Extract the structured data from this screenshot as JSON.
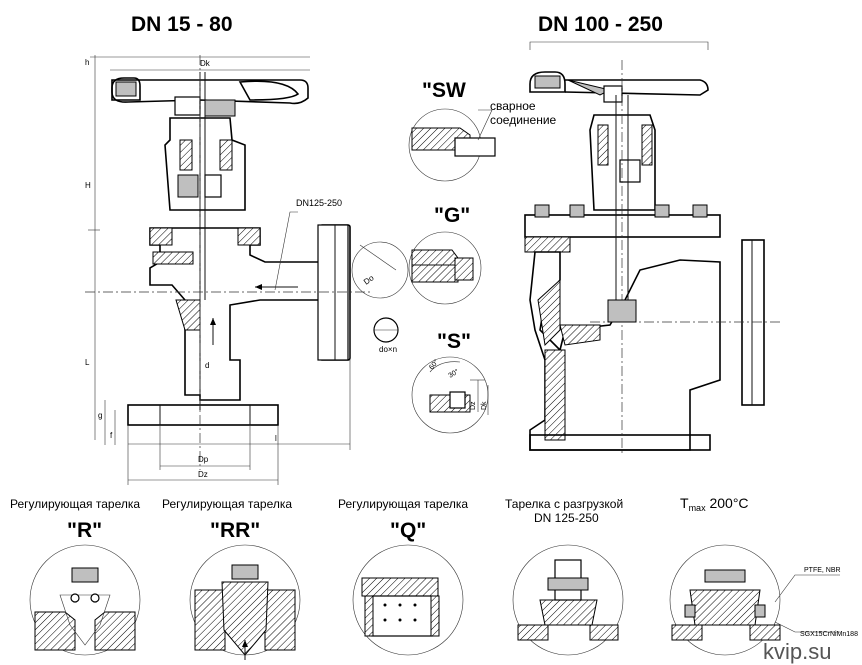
{
  "headings": {
    "left_title": "DN 15 - 80",
    "right_title": "DN 100 - 250"
  },
  "dimensions": {
    "h": "h",
    "dk": "Dk",
    "H": "H",
    "L": "L",
    "l": "l",
    "d": "d",
    "g": "g",
    "f": "f",
    "dp": "Dp",
    "dz": "Dz",
    "do": "Do",
    "do_n": "do×n",
    "dn_note": "DN125-250"
  },
  "details": {
    "sw_label": "\"SW",
    "sw_note_line1": "сварное",
    "sw_note_line2": "соединение",
    "g_label": "\"G\"",
    "s_label": "\"S\"",
    "s_angle_60": "60°",
    "s_angle_30": "30°",
    "s_dz": "Dz",
    "s_dk": "Dk"
  },
  "bottom": {
    "caption_r": "Регулирующая тарелка",
    "caption_rr": "Регулирующая тарелка",
    "caption_q": "Регулирующая тарелка",
    "caption_relief_line1": "Тарелка с разгрузкой",
    "caption_relief_line2": "DN 125-250",
    "tmax_t": "T",
    "tmax_sub": "max",
    "tmax_value": " 200°C",
    "label_r": "\"R\"",
    "label_rr": "\"RR\"",
    "label_q": "\"Q\"",
    "ptfe_note": "PTFE, NBR",
    "steel_note": "SGX15CrNiMn188"
  },
  "watermark": "kvip.su"
}
